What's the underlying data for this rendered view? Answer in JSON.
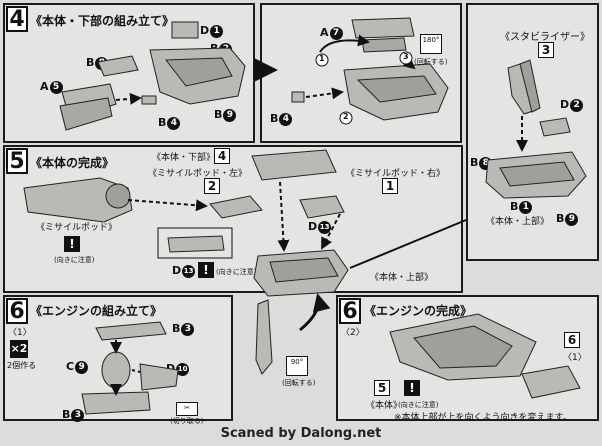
{
  "step4": {
    "number": "4",
    "title": "《本体・下部の組み立て》",
    "parts": {
      "d1": "D",
      "d1n": "1",
      "b2": "B",
      "b2n": "2",
      "b8": "B",
      "b8n": "8",
      "a5": "A",
      "a5n": "5",
      "b4": "B",
      "b4n": "4",
      "b9": "B",
      "b9n": "9",
      "a7": "A",
      "a7n": "7",
      "b4b": "B",
      "b4bn": "4"
    },
    "rotate_note": "(回転する)",
    "rotate_deg": "180°",
    "arrows": [
      "1",
      "2",
      "3"
    ]
  },
  "stabilizer": {
    "title": "《スタビライザー》",
    "box": "3",
    "parts": {
      "d2": "D",
      "d2n": "2",
      "b8": "B",
      "b8n": "8",
      "b1": "B",
      "b1n": "1",
      "b9": "B",
      "b9n": "9"
    },
    "body_upper": "《本体・上部》"
  },
  "step5": {
    "number": "5",
    "title": "《本体の完成》",
    "body_lower": "《本体・下部》",
    "box4": "4",
    "missile_left": "《ミサイルポッド・左》",
    "box2": "2",
    "missile_right": "《ミサイルポッド・右》",
    "box1": "1",
    "missile_pod": "《ミサイルポッド》",
    "warn_caption": "(向きに注意)",
    "d13": "D",
    "d13n": "13",
    "d13b": "D",
    "d13bn": "13",
    "warn_caption2": "(向きに注意)",
    "body_upper": "《本体・上部》",
    "rotate_note": "(回転する)",
    "rotate_deg": "90°"
  },
  "step6a": {
    "number": "6",
    "sub": "〈1〉",
    "title": "《エンジンの組み立て》",
    "x2": "×2",
    "make_two": "2個作る",
    "parts": {
      "b3": "B",
      "b3n": "3",
      "c9": "C",
      "c9n": "9",
      "d10": "D",
      "d10n": "10",
      "b3b": "B",
      "b3bn": "3"
    },
    "cut_note": "(切り取る)"
  },
  "step6b": {
    "number": "6",
    "sub": "〈2〉",
    "title": "《エンジンの完成》",
    "box6": "6",
    "box6sub": "〈1〉",
    "box5": "5",
    "body": "《本体》",
    "warn_caption": "(向きに注意)",
    "note": "※本体上部が上を向くよう向きを変えます。"
  },
  "credit": "Scaned by Dalong.net"
}
